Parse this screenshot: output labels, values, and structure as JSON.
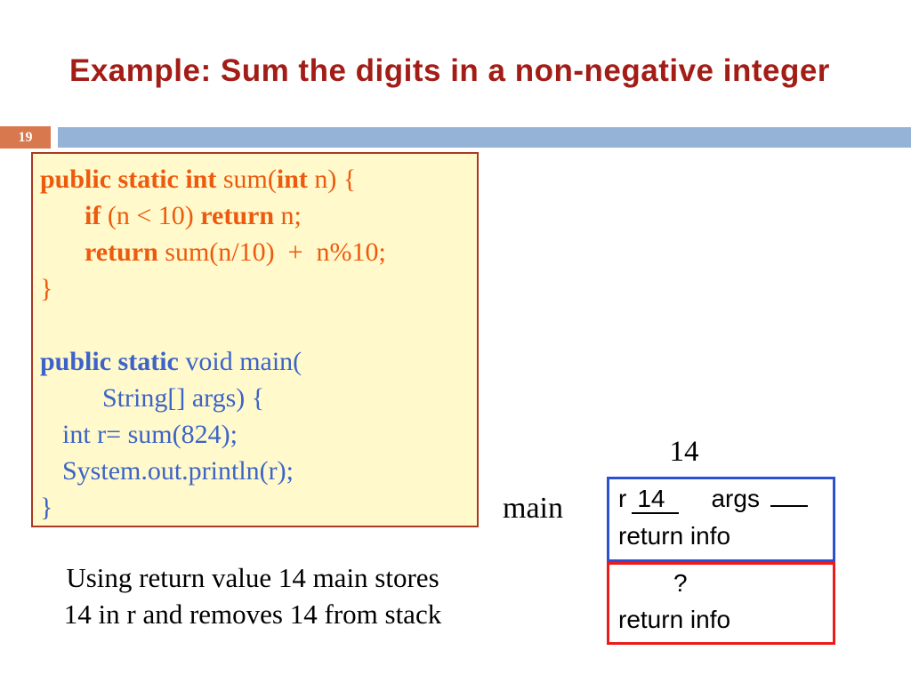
{
  "title": "Example: Sum the digits in a non-negative integer",
  "page_number": "19",
  "code": {
    "lines": [
      {
        "segs": [
          "public static int ",
          "sum(",
          "int",
          " n) {"
        ]
      },
      {
        "segs": [
          "if ",
          "(n < 10) ",
          "return",
          " n;"
        ]
      },
      {
        "segs": [
          "return ",
          "sum(n/10)  +  n%10;"
        ]
      },
      {
        "segs": [
          "}"
        ]
      },
      {
        "segs": [
          ""
        ]
      },
      {
        "segs": [
          "public static ",
          "void main("
        ]
      },
      {
        "segs": [
          "String[] args) {"
        ]
      },
      {
        "segs": [
          "int r= sum(824);"
        ]
      },
      {
        "segs": [
          "System.out.println(r);"
        ]
      },
      {
        "segs": [
          "}"
        ]
      }
    ]
  },
  "stack": {
    "returned_value": "14",
    "caller_label": "main",
    "main_frame": {
      "r_label": "r",
      "r_value": "14",
      "args_label": "args",
      "args_value": "",
      "return_info": "return info"
    },
    "callee_frame": {
      "unknown_value": "?",
      "return_info": "return info"
    }
  },
  "caption": {
    "line1": "Using return value 14 main stores",
    "line2": "14 in r and removes 14 from stack"
  },
  "colors": {
    "title_red": "#A31D17",
    "code_function1_orange": "#ED5A0E",
    "code_function2_blue": "#3C64C8",
    "code_box_background": "#FFF9CB",
    "code_box_border": "#A83A22",
    "header_bar_blue": "#95B3D7",
    "page_badge_orange": "#D8784F",
    "main_frame_border_blue": "#2C50D4",
    "callee_frame_border_red": "#EC1B1B"
  }
}
